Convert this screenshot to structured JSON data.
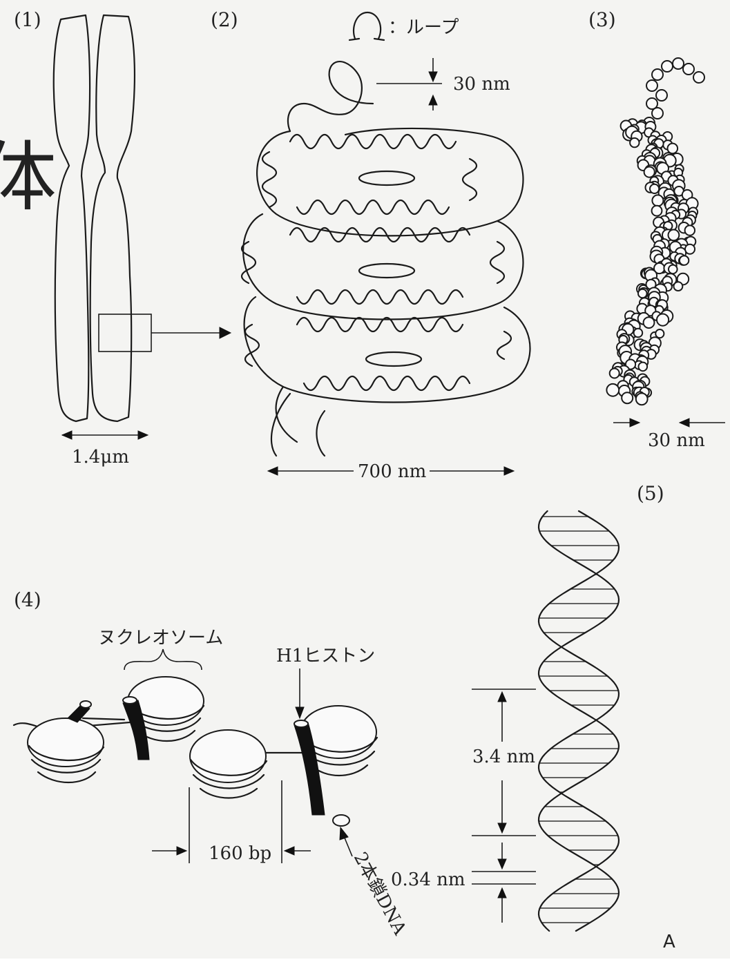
{
  "panels": {
    "p1": {
      "label": "(1)",
      "dimension": "1.4μm"
    },
    "p2": {
      "label": "(2)",
      "loop_label": "：ループ",
      "height_dim": "30 nm",
      "width_dim": "700 nm"
    },
    "p3": {
      "label": "(3)",
      "width_dim": "30 nm"
    },
    "p4": {
      "label": "(4)",
      "nucleosome": "ヌクレオソーム",
      "h1": "H1ヒストン",
      "spacing": "160 bp",
      "dna": "2本鎖DNA"
    },
    "p5": {
      "label": "(5)",
      "pitch": "3.4 nm",
      "rise": "0.34 nm"
    }
  },
  "corner_text": "A",
  "edge_glyph": "体",
  "colors": {
    "ink": "#1a1a1a",
    "paper": "#f4f4f2"
  }
}
